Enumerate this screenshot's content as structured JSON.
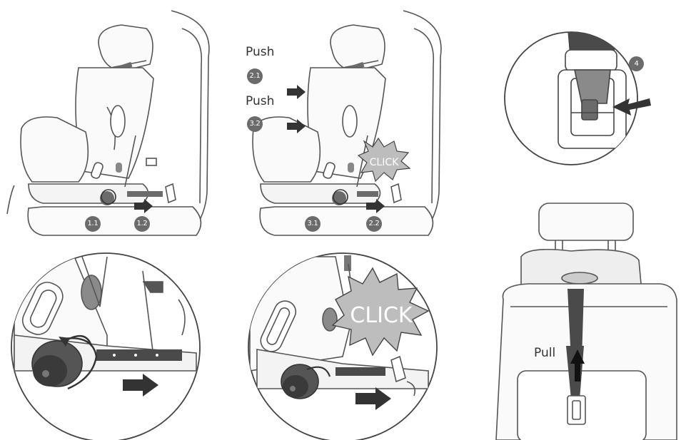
{
  "labels": {
    "push_1": "Push",
    "push_2": "Push",
    "pull": "Pull",
    "click_small": "CLICK",
    "click_large": "CLICK"
  },
  "steps": {
    "s1_1": "1.1",
    "s1_2": "1.2",
    "s2_1": "2.1",
    "s2_2": "2.2",
    "s3_1": "3.1",
    "s3_2": "3.2",
    "s4": "4"
  },
  "colors": {
    "line": "#555555",
    "badge": "#6b6b6b",
    "arrow": "#333333",
    "strap": "#4a4a4a",
    "burst": "#bdbdbd"
  }
}
